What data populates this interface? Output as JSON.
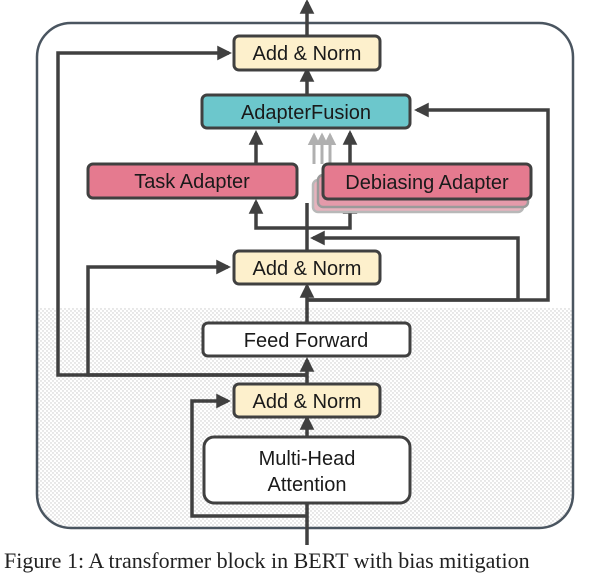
{
  "diagram": {
    "add_norm_top": "Add & Norm",
    "adapter_fusion": "AdapterFusion",
    "task_adapter": "Task Adapter",
    "debiasing_adapter": "Debiasing Adapter",
    "add_norm_mid": "Add & Norm",
    "feed_forward": "Feed Forward",
    "add_norm_bottom": "Add & Norm",
    "attention_line1": "Multi-Head",
    "attention_line2": "Attention"
  },
  "colors": {
    "add_norm_fill": "#fdf0cc",
    "adapter_fusion_fill": "#6cc7cc",
    "adapter_fill": "#e57a8f",
    "line": "#404040",
    "ghost_line": "#b0b0b0"
  },
  "caption": "Figure 1: A transformer block in BERT with bias mitigation"
}
